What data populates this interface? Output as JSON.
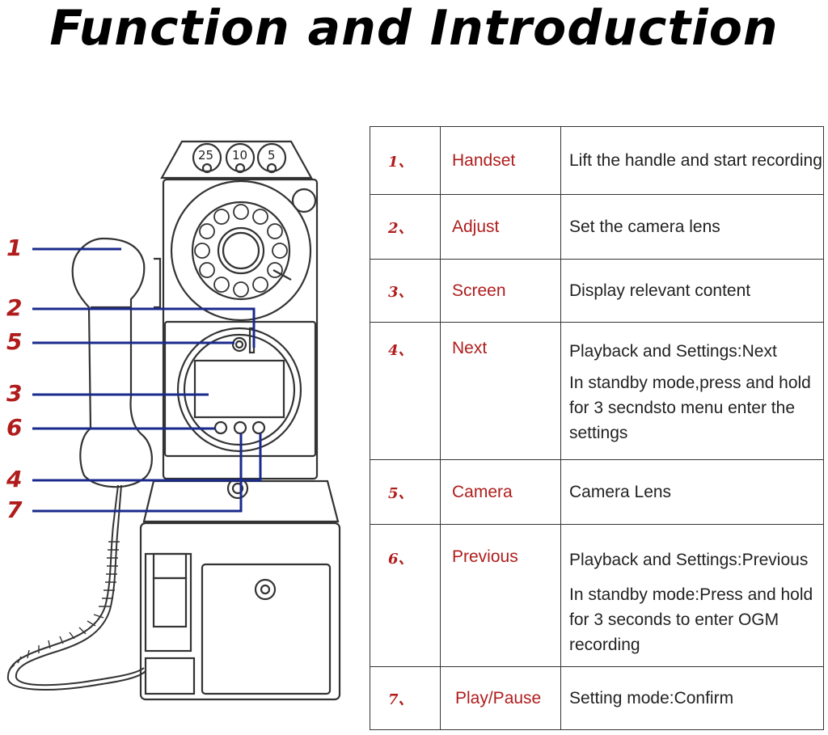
{
  "title": "Function and Introduction",
  "callouts": [
    "1",
    "2",
    "5",
    "3",
    "6",
    "4",
    "7"
  ],
  "coin_slots": [
    "25",
    "10",
    "5"
  ],
  "colors": {
    "accent": "#b01c1c",
    "leader": "#1a2a8c"
  },
  "rows": [
    {
      "num": "1、",
      "name": "Handset",
      "desc": [
        "Lift the handle and start recording"
      ]
    },
    {
      "num": "2、",
      "name": "Adjust",
      "desc": [
        "Set the camera lens"
      ]
    },
    {
      "num": "3、",
      "name": "Screen",
      "desc": [
        "Display relevant content"
      ]
    },
    {
      "num": "4、",
      "name": "Next",
      "desc": [
        "Playback and Settings:Next",
        "In standby mode,press and hold",
        "for 3 secndsto menu enter  the",
        "settings"
      ]
    },
    {
      "num": "5、",
      "name": "Camera",
      "desc": [
        "Camera Lens"
      ]
    },
    {
      "num": "6、",
      "name": "Previous",
      "desc": [
        "Playback and Settings:Previous",
        "In standby mode:Press and hold",
        "for 3 seconds to enter OGM",
        "recording"
      ]
    },
    {
      "num": "7、",
      "name": "Play/Pause",
      "desc": [
        "Setting mode:Confirm"
      ]
    }
  ]
}
